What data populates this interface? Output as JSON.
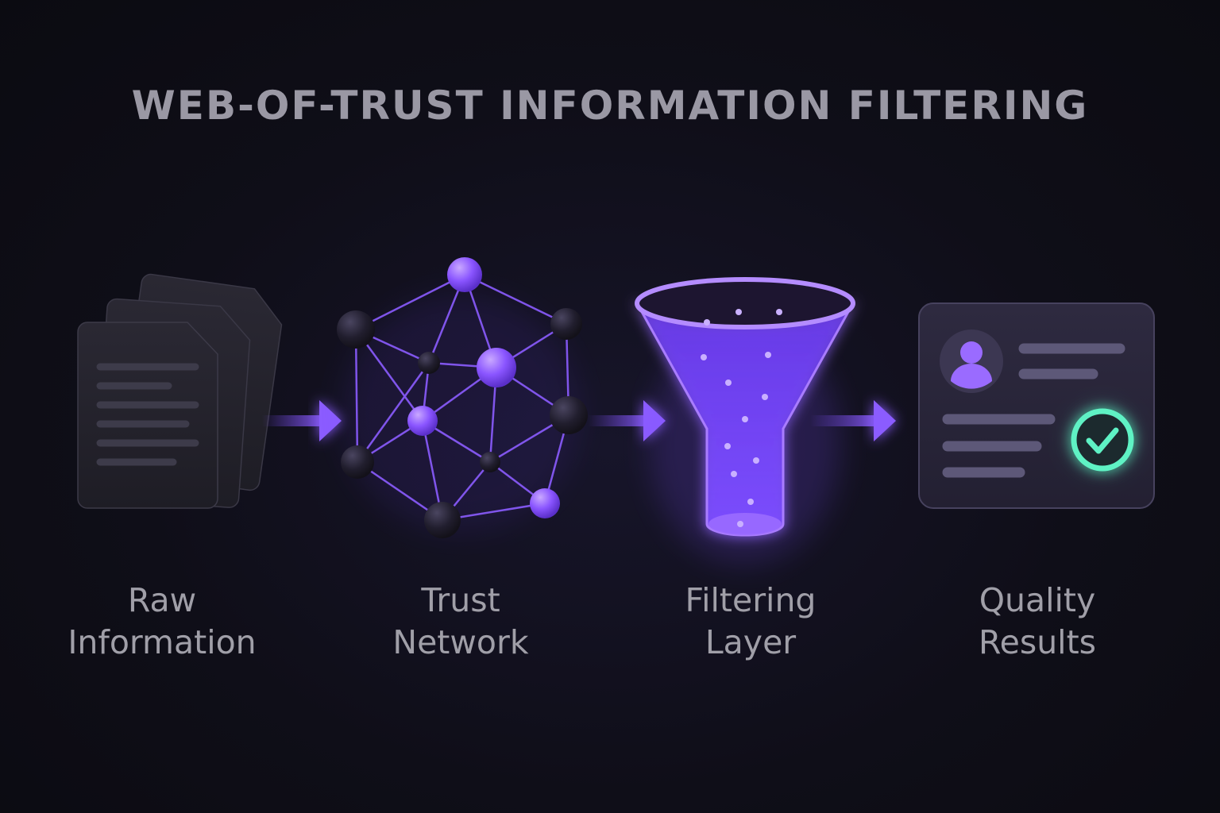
{
  "title": "WEB-OF-TRUST INFORMATION FILTERING",
  "stages": [
    {
      "id": "raw-information",
      "icon": "document-stack-icon",
      "label_lines": [
        "Raw",
        "Information"
      ]
    },
    {
      "id": "trust-network",
      "icon": "network-graph-icon",
      "label_lines": [
        "Trust",
        "Network"
      ]
    },
    {
      "id": "filtering-layer",
      "icon": "funnel-icon",
      "label_lines": [
        "Filtering",
        "Layer"
      ]
    },
    {
      "id": "quality-results",
      "icon": "profile-card-check-icon",
      "label_lines": [
        "Quality",
        "Results"
      ]
    }
  ],
  "colors": {
    "background": "#0e0d15",
    "accent": "#7c4dff",
    "accent_light": "#a97bff",
    "node_dark": "#2a2638",
    "check": "#5ef2c4",
    "text": "#a09fa8"
  }
}
